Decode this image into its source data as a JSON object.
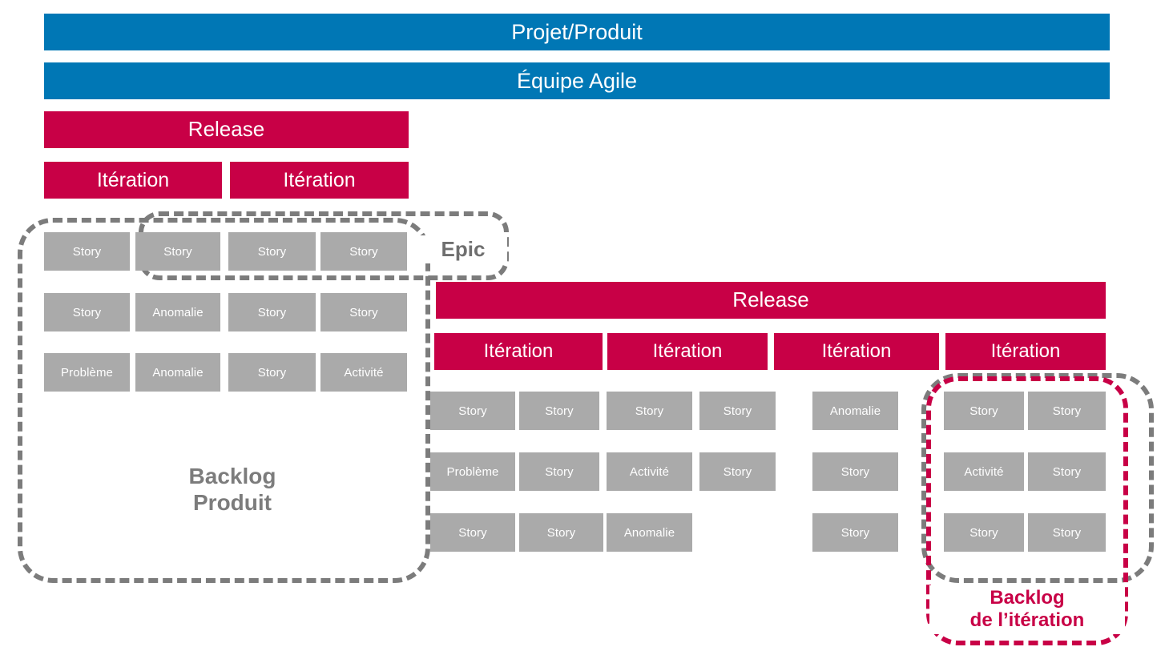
{
  "theme": {
    "blue": "#0077b5",
    "crimson": "#c80046",
    "card_grey": "#aaaaaa",
    "frame_grey": "#7c7c7c",
    "text_grey": "#7c7c7c",
    "white": "#ffffff",
    "background": "#ffffff"
  },
  "header": {
    "project_bar": "Projet/Produit",
    "team_bar": "Équipe Agile"
  },
  "left_panel": {
    "release_label": "Release",
    "iterations": [
      {
        "label": "Itération"
      },
      {
        "label": "Itération"
      }
    ],
    "backlog_label": "Backlog\nProduit",
    "epic_label": "Epic",
    "cards": [
      [
        {
          "label": "Story"
        },
        {
          "label": "Story"
        },
        {
          "label": "Story"
        },
        {
          "label": "Story"
        }
      ],
      [
        {
          "label": "Story"
        },
        {
          "label": "Anomalie"
        },
        {
          "label": "Story"
        },
        {
          "label": "Story"
        }
      ],
      [
        {
          "label": "Problème"
        },
        {
          "label": "Anomalie"
        },
        {
          "label": "Story"
        },
        {
          "label": "Activité"
        }
      ]
    ]
  },
  "right_panel": {
    "release_label": "Release",
    "iterations": [
      {
        "label": "Itération"
      },
      {
        "label": "Itération"
      },
      {
        "label": "Itération"
      },
      {
        "label": "Itération"
      }
    ],
    "backlog_label": "Backlog\nde l’itération",
    "cards": [
      [
        {
          "label": "Story"
        },
        {
          "label": "Story"
        },
        {
          "label": "Story"
        },
        {
          "label": "Story"
        },
        {
          "label": "Anomalie"
        },
        {
          "label": "Story"
        },
        {
          "label": "Story"
        }
      ],
      [
        {
          "label": "Problème"
        },
        {
          "label": "Story"
        },
        {
          "label": "Activité"
        },
        {
          "label": "Story"
        },
        {
          "label": "Story"
        },
        {
          "label": "Activité"
        },
        {
          "label": "Story"
        }
      ],
      [
        {
          "label": "Story"
        },
        {
          "label": "Story"
        },
        {
          "label": "Anomalie"
        },
        {
          "label": "",
          "empty": true
        },
        {
          "label": "Story"
        },
        {
          "label": "Story"
        },
        {
          "label": "Story"
        }
      ]
    ]
  }
}
